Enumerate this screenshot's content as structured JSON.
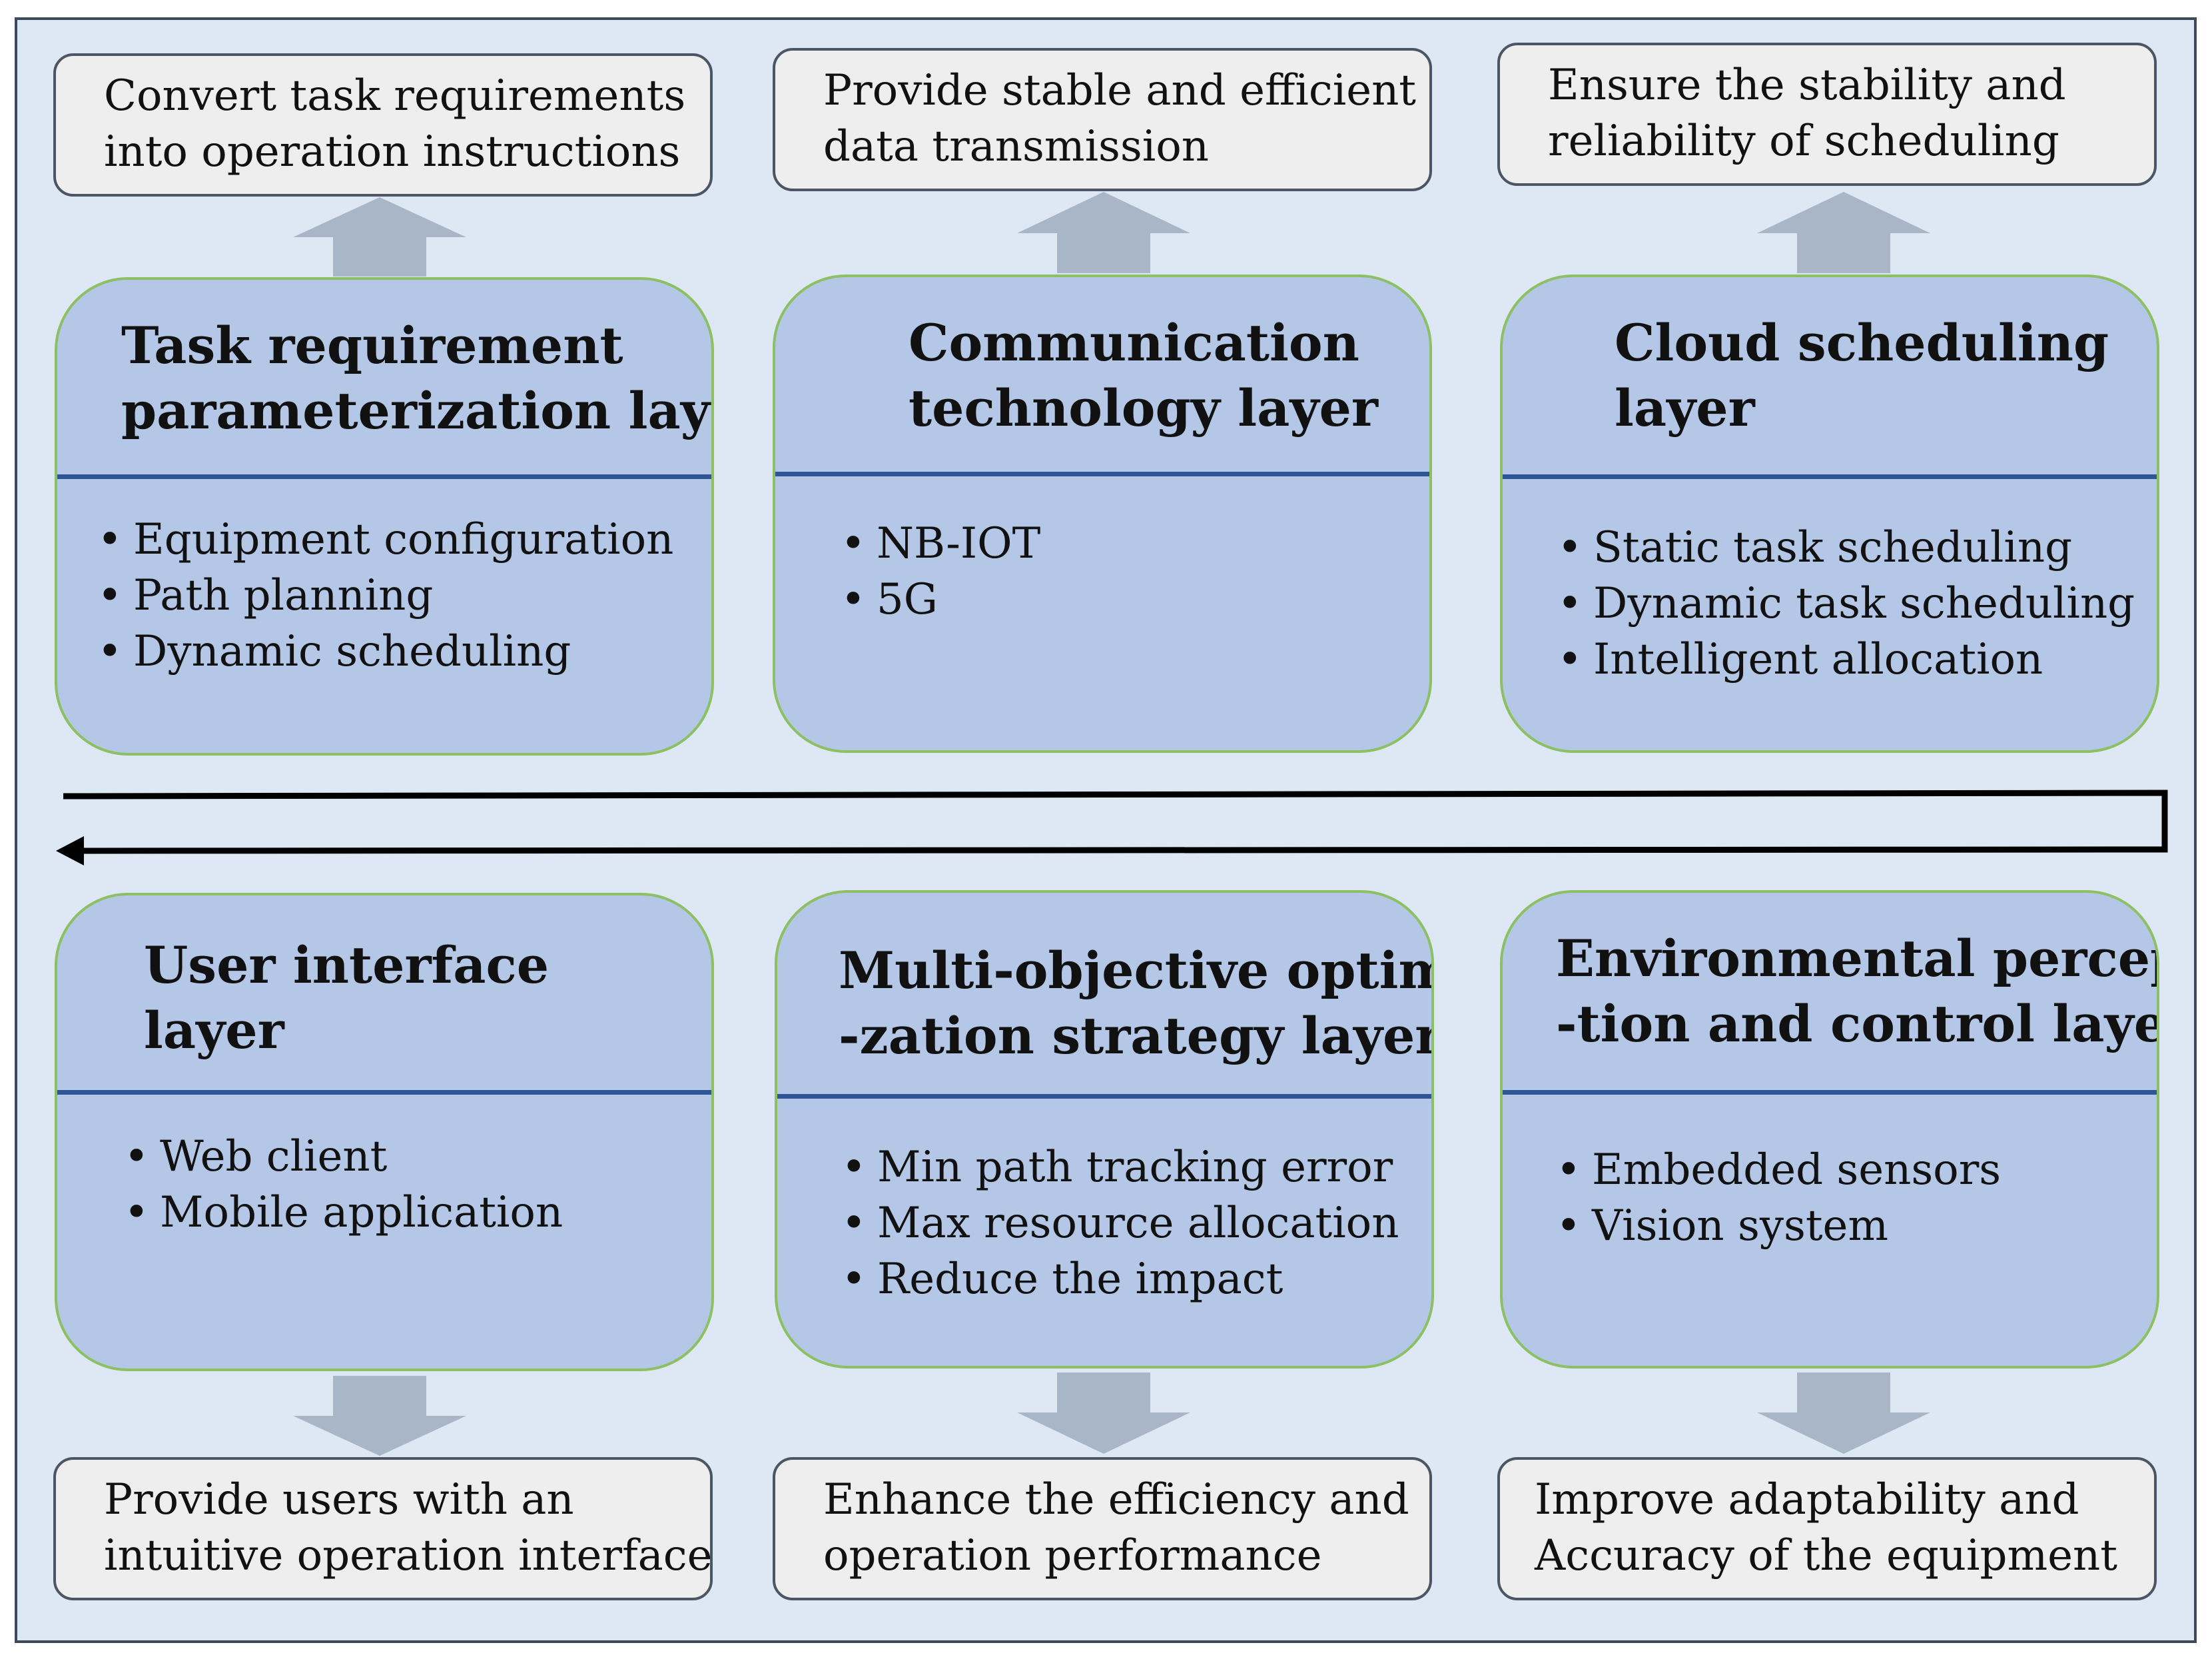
{
  "layers": {
    "task": {
      "title": [
        "Task requirement",
        "parameterization layer"
      ],
      "items": [
        "Equipment configuration",
        "Path planning",
        "Dynamic scheduling"
      ],
      "outcome": [
        "Convert task requirements",
        "into operation instructions"
      ]
    },
    "communication": {
      "title": [
        "Communication",
        "technology layer"
      ],
      "items": [
        "NB-IOT",
        "5G"
      ],
      "outcome": [
        "Provide stable and efficient",
        "data transmission"
      ]
    },
    "cloud": {
      "title": [
        "Cloud scheduling",
        "layer"
      ],
      "items": [
        "Static task scheduling",
        "Dynamic task scheduling",
        "Intelligent allocation"
      ],
      "outcome": [
        "Ensure the stability and",
        "reliability of scheduling"
      ]
    },
    "user": {
      "title": [
        "User interface",
        "layer"
      ],
      "items": [
        "Web client",
        "Mobile application"
      ],
      "outcome": [
        "Provide users with an",
        "intuitive operation interface"
      ]
    },
    "optimization": {
      "title": [
        "Multi-objective optimi",
        "-zation strategy layer"
      ],
      "items": [
        "Min path tracking error",
        "Max resource allocation",
        "Reduce the impact"
      ],
      "outcome": [
        "Enhance the efficiency and",
        "operation performance"
      ]
    },
    "perception": {
      "title": [
        "Environmental percep",
        "-tion and control layer"
      ],
      "items": [
        "Embedded sensors",
        "Vision system"
      ],
      "outcome": [
        "Improve adaptability and",
        "Accuracy of the equipment"
      ]
    }
  },
  "colors": {
    "background": "#dde8f4",
    "layer_fill": "#b4c7e7",
    "layer_border": "#8cc063",
    "divider": "#2f5597",
    "outcome_fill": "#eeeeee",
    "arrow": "#a9b6c8"
  }
}
